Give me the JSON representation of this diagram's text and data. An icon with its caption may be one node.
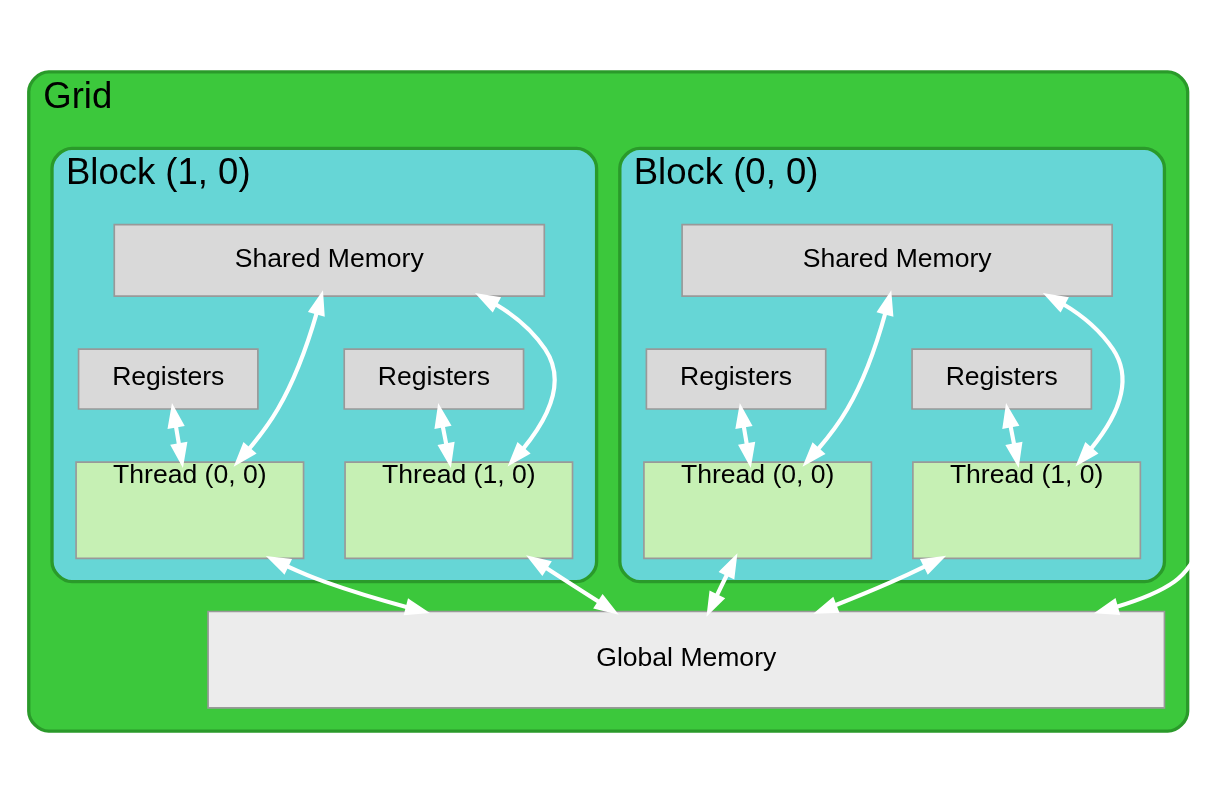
{
  "diagram": {
    "nodes": [
      {
        "text": [
          "Grid"
        ]
      },
      {
        "text": [
          "Block (0, 0)"
        ],
        "in": 0
      },
      {
        "text": [
          "Shared Memory"
        ],
        "in": 1
      },
      {
        "text": [
          "Registers"
        ],
        "in": 1
      },
      {
        "text": [
          "Registers"
        ],
        "in": 1
      },
      {
        "text": [
          "Thread (0, 0)"
        ],
        "in": 1
      },
      {
        "text": [
          "Thread (1, 0)"
        ],
        "in": 1
      },
      {
        "text": [
          "Block (1, 0)"
        ],
        "in": 0
      },
      {
        "text": [
          "Shared Memory"
        ],
        "in": 7
      },
      {
        "text": [
          "Registers"
        ],
        "in": 7
      },
      {
        "text": [
          "Registers"
        ],
        "in": 7
      },
      {
        "text": [
          "Thread (0, 0)"
        ],
        "in": 7
      },
      {
        "text": [
          "Thread (1, 0)"
        ],
        "in": 7
      },
      {
        "text": [
          "Global Memory"
        ],
        "in": 0
      }
    ],
    "edges": [
      {
        "from": 3,
        "to": 5,
        "arrow": "both"
      },
      {
        "from": 2,
        "to": 5,
        "arrow": "both"
      },
      {
        "from": 4,
        "to": 6,
        "arrow": "both"
      },
      {
        "from": 2,
        "to": 6,
        "arrow": "both"
      },
      {
        "from": 9,
        "to": 11,
        "arrow": "both"
      },
      {
        "from": 8,
        "to": 11,
        "arrow": "both"
      },
      {
        "from": 10,
        "to": 12,
        "arrow": "both"
      },
      {
        "from": 8,
        "to": 12,
        "arrow": "both"
      },
      {
        "from": 5,
        "to": 13,
        "arrow": "both"
      },
      {
        "from": 6,
        "to": 13,
        "arrow": "both"
      },
      {
        "from": 11,
        "to": 13,
        "arrow": "both"
      },
      {
        "from": 12,
        "to": 13,
        "arrow": "both"
      },
      {
        "from": null,
        "to": 13,
        "arrow": "to"
      }
    ]
  }
}
